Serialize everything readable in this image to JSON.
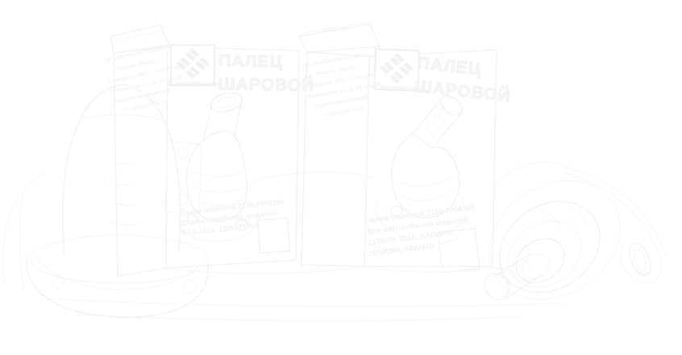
{
  "colors": {
    "background": "#ffffff",
    "line": "#f1f1f1",
    "line_light": "#f6f6f6",
    "text_faint": "#f0f0f0"
  },
  "packages": {
    "left": {
      "title_lines": [
        "ПАЛЕЦ",
        "ШАРОВОЙ"
      ],
      "logo_caption": "ПК «АВТОКОМПОНЕНТ»",
      "side_lines": [
        "ПК «АВТОКОМПОНЕНТ»",
        "Россия, 445032,",
        "Самарская обл., г. Тольятти,",
        "Вокзальная ул., д. 14, оф. 25",
        "пк-автокомпонент.рф",
        "+7 (8482) 20 64 93"
      ],
      "front_lines": [
        "Палец шаровой 2108-2904185",
        "Для автомобилей моделей:",
        "ВАЗ 2108, 2109, 21099"
      ]
    },
    "right": {
      "title_lines": [
        "ПАЛЕЦ",
        "ШАРОВОЙ"
      ],
      "logo_caption": "ПК «АВТОКОМПОНЕНТ»",
      "side_lines": [
        "ПК «АВТОКОМПОНЕНТ»",
        "Россия, 445032,",
        "Самарская обл., г. Тольятти,",
        "Вокзальная ул., д. 14, оф. 25",
        "пк-автокомпонент.рф",
        "+7 (8482) 20 64 93"
      ],
      "front_lines": [
        "Палец шаровой 2110-2904185",
        "Для автомобилей моделей",
        "2108/09, 2110, КАЛИНА,",
        "ПРИОРА, ГРАНТА"
      ]
    }
  }
}
